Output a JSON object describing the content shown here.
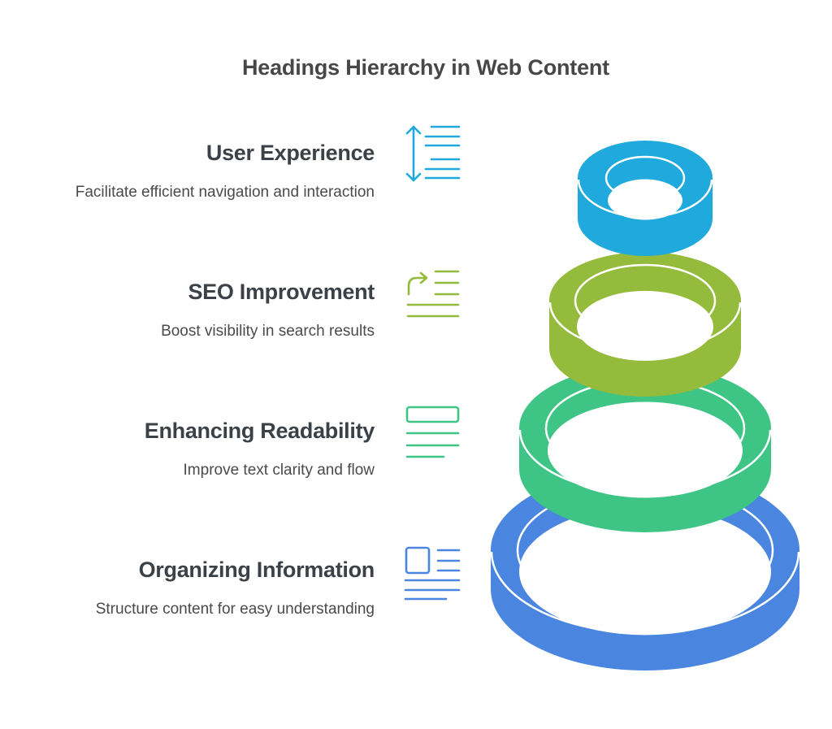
{
  "title": "Headings Hierarchy in Web Content",
  "items": [
    {
      "heading": "User Experience",
      "description": "Facilitate efficient navigation and interaction",
      "icon": "line-height-icon",
      "color": "#1fa9dc"
    },
    {
      "heading": "SEO Improvement",
      "description": "Boost visibility in search results",
      "icon": "text-indent-arrow-icon",
      "color": "#94bb3b"
    },
    {
      "heading": "Enhancing Readability",
      "description": "Improve text clarity and flow",
      "icon": "text-block-icon",
      "color": "#3ec585"
    },
    {
      "heading": "Organizing Information",
      "description": "Structure content for easy understanding",
      "icon": "image-text-layout-icon",
      "color": "#4a86e0"
    }
  ]
}
